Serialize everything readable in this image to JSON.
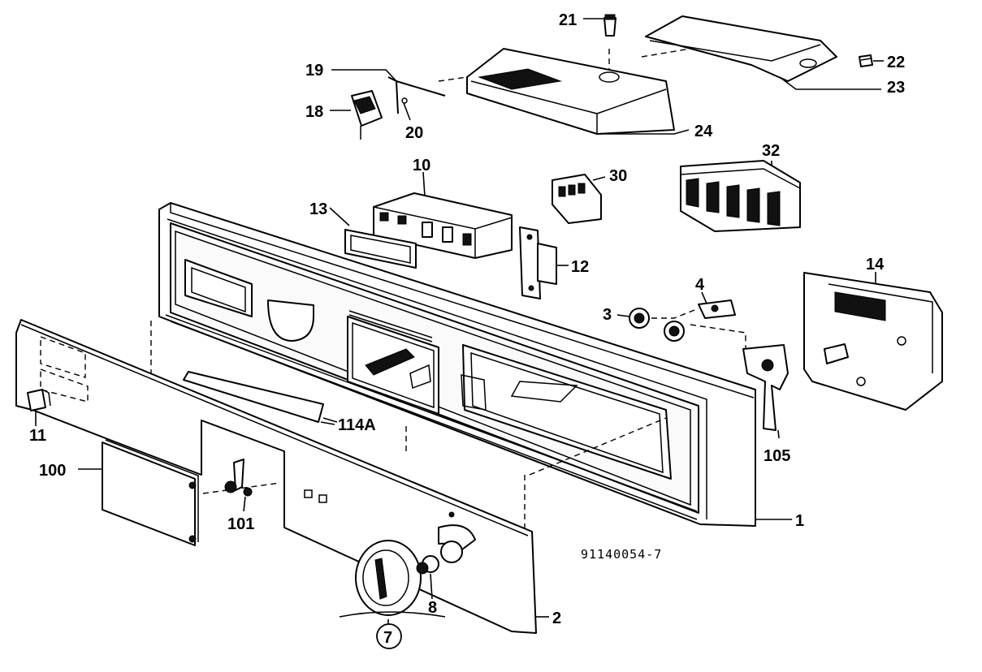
{
  "figure": {
    "drawing_number": "91140054-7",
    "callouts": [
      {
        "id": "c21",
        "text": "21"
      },
      {
        "id": "c22",
        "text": "22"
      },
      {
        "id": "c23",
        "text": "23"
      },
      {
        "id": "c19",
        "text": "19"
      },
      {
        "id": "c18",
        "text": "18"
      },
      {
        "id": "c20",
        "text": "20"
      },
      {
        "id": "c24",
        "text": "24"
      },
      {
        "id": "c10",
        "text": "10"
      },
      {
        "id": "c30",
        "text": "30"
      },
      {
        "id": "c32",
        "text": "32"
      },
      {
        "id": "c13",
        "text": "13"
      },
      {
        "id": "c12",
        "text": "12"
      },
      {
        "id": "c14",
        "text": "14"
      },
      {
        "id": "c4",
        "text": "4"
      },
      {
        "id": "c3",
        "text": "3"
      },
      {
        "id": "c105",
        "text": "105"
      },
      {
        "id": "c11",
        "text": "11"
      },
      {
        "id": "c114A",
        "text": "114A"
      },
      {
        "id": "c100",
        "text": "100"
      },
      {
        "id": "c101",
        "text": "101"
      },
      {
        "id": "c1",
        "text": "1"
      },
      {
        "id": "c2",
        "text": "2"
      },
      {
        "id": "c8",
        "text": "8"
      },
      {
        "id": "c7",
        "text": "7"
      }
    ]
  }
}
